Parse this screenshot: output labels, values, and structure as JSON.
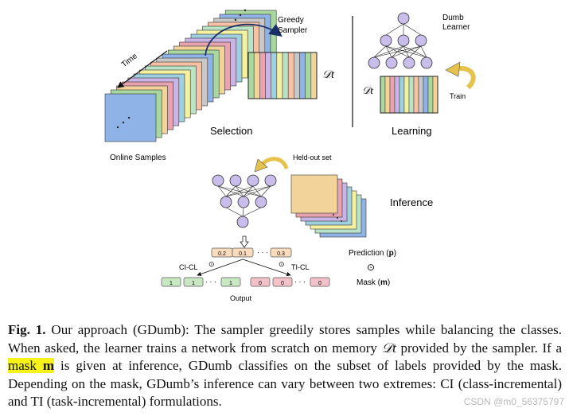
{
  "figure": {
    "labels": {
      "greedy_sampler": "Greedy\nSampler",
      "time": "Time",
      "online_samples": "Online Samples",
      "selection": "Selection",
      "dumb_learner": "Dumb\nLearner",
      "train": "Train",
      "learning": "Learning",
      "held_out": "Held-out set",
      "inference": "Inference",
      "prediction": "Prediction (",
      "prediction_sym": "p",
      "prediction_end": ")",
      "mask": "Mask (",
      "mask_sym": "m",
      "mask_end": ")",
      "ci_cl": "CI-CL",
      "ti_cl": "TI-CL",
      "output": "Output",
      "odot": "⊙",
      "dt": "𝒟t"
    },
    "prediction_values": [
      "0.2",
      "0.1",
      "0.3"
    ],
    "ci_values": [
      "1",
      "1",
      "1"
    ],
    "ti_values": [
      "0",
      "0",
      "0"
    ],
    "colors": {
      "stack": [
        "#8fb3e6",
        "#a8d8a0",
        "#f2d49b",
        "#e9a3ad",
        "#c9b4e6",
        "#9fd0e0",
        "#f4f1a0",
        "#b9e3c6",
        "#f7c1a3",
        "#c8c8c8"
      ],
      "node": "#c9bdec",
      "pred_box": "#f9dcbc",
      "ci_box": "#c9e7c2",
      "ti_box": "#f2c2c8",
      "arrow": "#e6c24d",
      "highlight": "#f6f21a"
    }
  },
  "caption": {
    "label": "Fig. 1.",
    "text1": "Our approach (GDumb): The sampler greedily stores samples while balancing the classes. When asked, the learner trains a network from scratch on memory ",
    "dt": "𝒟t",
    "text2": " provided by the sampler. If a ",
    "mask_word": "mask",
    "mask_sym": "m",
    "text3": " is given at inference, GDumb classifies on the subset of labels provided by the mask. Depending on the mask, GDumb’s inference can vary between two extremes: CI (class-incremental) and TI (task-incremental) formulations."
  },
  "watermark": "CSDN @m0_56375797"
}
